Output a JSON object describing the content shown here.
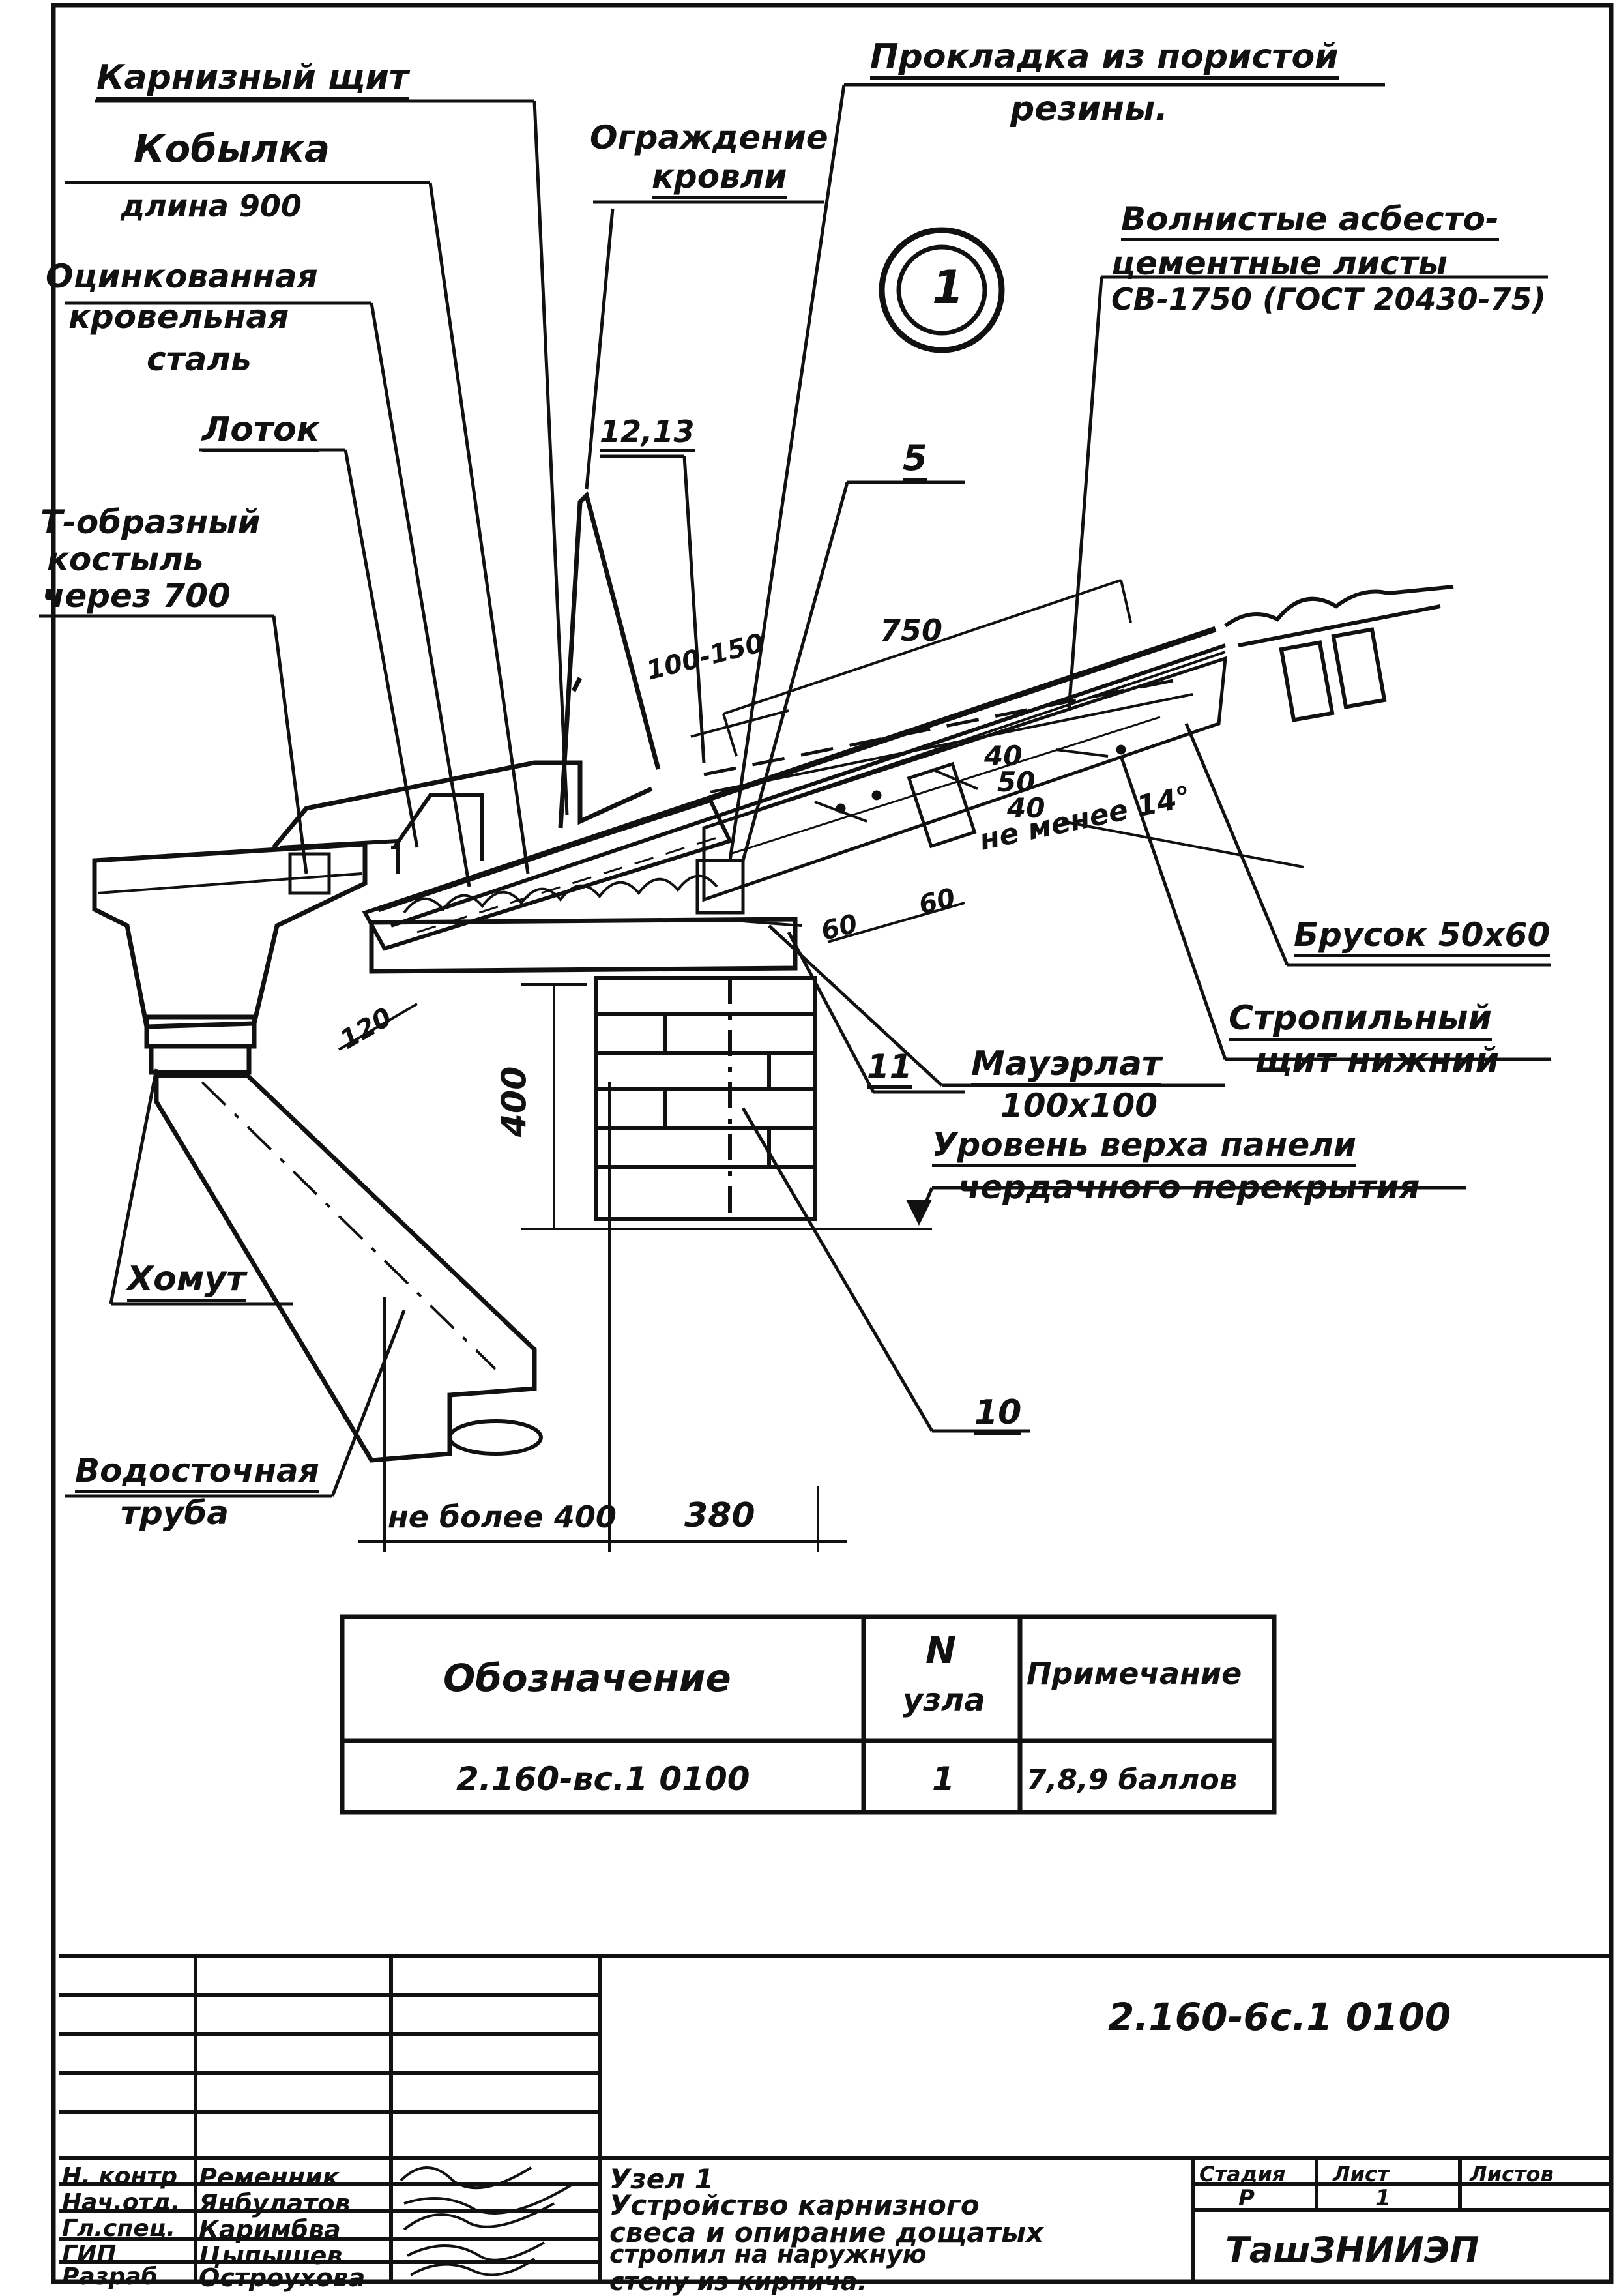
{
  "callouts": {
    "karniz_shield": "Карнизный щит",
    "kobylka": "Кобылка",
    "kobylka_len": "длина 900",
    "galv1": "Оцинкованная",
    "galv2": "кровельная",
    "galv3": "сталь",
    "lotok": "Лоток",
    "tcrutch1": "Т-образный",
    "tcrutch2": "костыль",
    "tcrutch3": "через 700",
    "fence1": "Ограждение",
    "fence2": "кровли",
    "ref_12_13": "12,13",
    "gasket1": "Прокладка из пористой",
    "gasket2": "резины.",
    "node_no": "1",
    "ref_5": "5",
    "sheets1": "Волнистые асбесто-",
    "sheets2": "цементные листы",
    "sheets3": "СВ-1750 (ГОСТ 20430-75)",
    "dim_750": "750",
    "dim_100_150": "100-150",
    "dim_40a": "40",
    "dim_50": "50",
    "dim_40b": "40",
    "slope": "не менее 14°",
    "bar": "Брусок 50х60",
    "rafter1": "Стропильный",
    "rafter2": "щит нижний",
    "dim_60a": "60",
    "dim_60b": "60",
    "ref_11": "11",
    "mauer1": "Мауэрлат",
    "mauer2": "100х100",
    "level1": "Уровень верха панели",
    "level2": "чердачного перекрытия",
    "dim_400": "400",
    "dim_120": "120",
    "clamp": "Хомут",
    "ref_10": "10",
    "pipe1": "Водосточная",
    "pipe2": "труба",
    "dim_max400": "не более 400",
    "dim_380": "380"
  },
  "spec_table": {
    "col_designation": "Обозначение",
    "col_node_n": "N",
    "col_node_label": "узла",
    "col_note": "Примечание",
    "row_designation": "2.160-вс.1  0100",
    "row_node": "1",
    "row_note": "7,8,9 баллов"
  },
  "title_block": {
    "code": "2.160-6с.1  0100",
    "roles": [
      "Н. контр",
      "Нач.отд.",
      "Гл.спец.",
      "ГИП",
      "Разраб"
    ],
    "names": [
      "Ременник",
      "Янбулатов",
      "Каримбва",
      "Цыпышев",
      "Остроухова"
    ],
    "title": [
      "Узел 1",
      "Устройство карнизного",
      "свеса и опирание дощатых",
      "стропил на наружную",
      "стену  из  кирпича."
    ],
    "stage_label": "Стадия",
    "sheet_label": "Лист",
    "sheets_label": "Листов",
    "stage_value": "Р",
    "sheet_value": "1",
    "org": "ТашЗНИИЭП"
  }
}
